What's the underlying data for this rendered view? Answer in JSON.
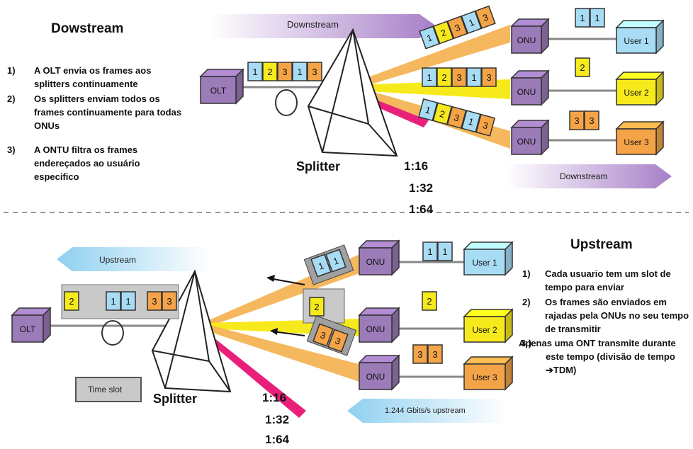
{
  "colors": {
    "blue": "#a8dcf4",
    "yellow": "#f7ea1c",
    "orange": "#f4a447",
    "purple": "#9b7bb8",
    "gray": "#c9c9c9"
  },
  "downstream": {
    "heading": "Dowstream",
    "items": [
      {
        "num": "1)",
        "text": "A OLT envia os frames aos splitters continuamente"
      },
      {
        "num": "2)",
        "text": "Os splitters enviam todos os frames continuamente para todas ONUs"
      },
      {
        "num": "3)",
        "text": "A ONTU filtra os frames endereçados ao usuário especifico"
      }
    ],
    "arrow_top": "Downstream",
    "arrow_bottom": "Downstream",
    "olt": "OLT",
    "splitter": "Splitter",
    "ratios": [
      "1:16",
      "1:32",
      "1:64"
    ],
    "olt_frames": [
      "1",
      "2",
      "3",
      "1",
      "3"
    ],
    "branch_frames": [
      [
        "1",
        "2",
        "3",
        "1",
        "3"
      ],
      [
        "1",
        "2",
        "3",
        "1",
        "3"
      ],
      [
        "1",
        "2",
        "3",
        "1",
        "3"
      ]
    ],
    "onus": [
      {
        "label": "ONU",
        "user": "User 1",
        "frames": [
          "1",
          "1"
        ]
      },
      {
        "label": "ONU",
        "user": "User 2",
        "frames": [
          "2"
        ]
      },
      {
        "label": "ONU",
        "user": "User 3",
        "frames": [
          "3",
          "3"
        ]
      }
    ]
  },
  "upstream": {
    "heading": "Upstream",
    "items": [
      {
        "num": "1)",
        "text": "Cada usuario tem um slot de tempo para enviar"
      },
      {
        "num": "2)",
        "text": "Os frames são enviados em rajadas pela ONUs no seu tempo de transmitir"
      },
      {
        "num": "3 )",
        "text": "Apenas uma ONT transmite durante este tempo (divisão de tempo ➔TDM)"
      }
    ],
    "arrow_top": "Upstream",
    "arrow_bottom": "1.244 Gbits/s upstream",
    "olt": "OLT",
    "splitter": "Splitter",
    "ratios": [
      "1:16",
      "1:32",
      "1:64"
    ],
    "timeslot": "Time slot",
    "olt_frames": [
      "2",
      "1",
      "1",
      "3",
      "3"
    ],
    "onus": [
      {
        "label": "ONU",
        "user": "User 1",
        "frames": [
          "1",
          "1"
        ],
        "burst": [
          "1",
          "1"
        ]
      },
      {
        "label": "ONU",
        "user": "User 2",
        "frames": [
          "2"
        ],
        "burst": [
          "2"
        ]
      },
      {
        "label": "ONU",
        "user": "User 3",
        "frames": [
          "3",
          "3"
        ],
        "burst": [
          "3",
          "3"
        ]
      }
    ]
  }
}
